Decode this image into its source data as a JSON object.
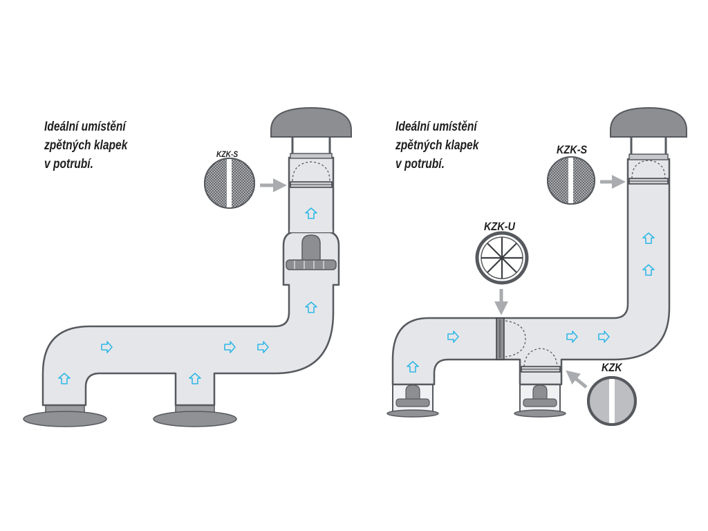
{
  "left_panel": {
    "caption": [
      "Ideální umístění",
      "zpětných klapek",
      "v potrubí."
    ],
    "valves": [
      {
        "label": "KZK-S",
        "icon": "mesh-disc-icon"
      }
    ]
  },
  "right_panel": {
    "caption": [
      "Ideální umístění",
      "zpětných klapek",
      "v potrubí."
    ],
    "valves": [
      {
        "label": "KZK-S",
        "icon": "mesh-disc-icon"
      },
      {
        "label": "KZK-U",
        "icon": "fan-blade-icon"
      },
      {
        "label": "KZK",
        "icon": "split-disc-icon"
      }
    ]
  },
  "colors": {
    "duct_fill": "#e5e6ea",
    "duct_stroke": "#56595e",
    "flow_arrow": "#2fb8e6",
    "pointer": "#a9abaf",
    "cap": "#8c8e91"
  }
}
